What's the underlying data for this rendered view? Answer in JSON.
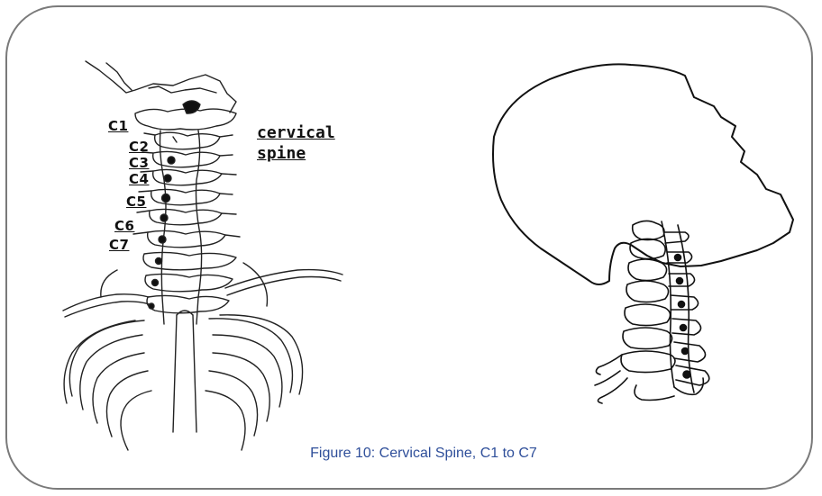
{
  "figure": {
    "caption": "Figure 10: Cervical Spine, C1 to C7",
    "title_line1": "cervical",
    "title_line2": "spine",
    "vertebrae": [
      "C1",
      "C2",
      "C3",
      "C4",
      "C5",
      "C6",
      "C7"
    ]
  },
  "colors": {
    "frame_border": "#7a7a7a",
    "caption_text": "#2f4f9a",
    "ink": "#111111"
  }
}
